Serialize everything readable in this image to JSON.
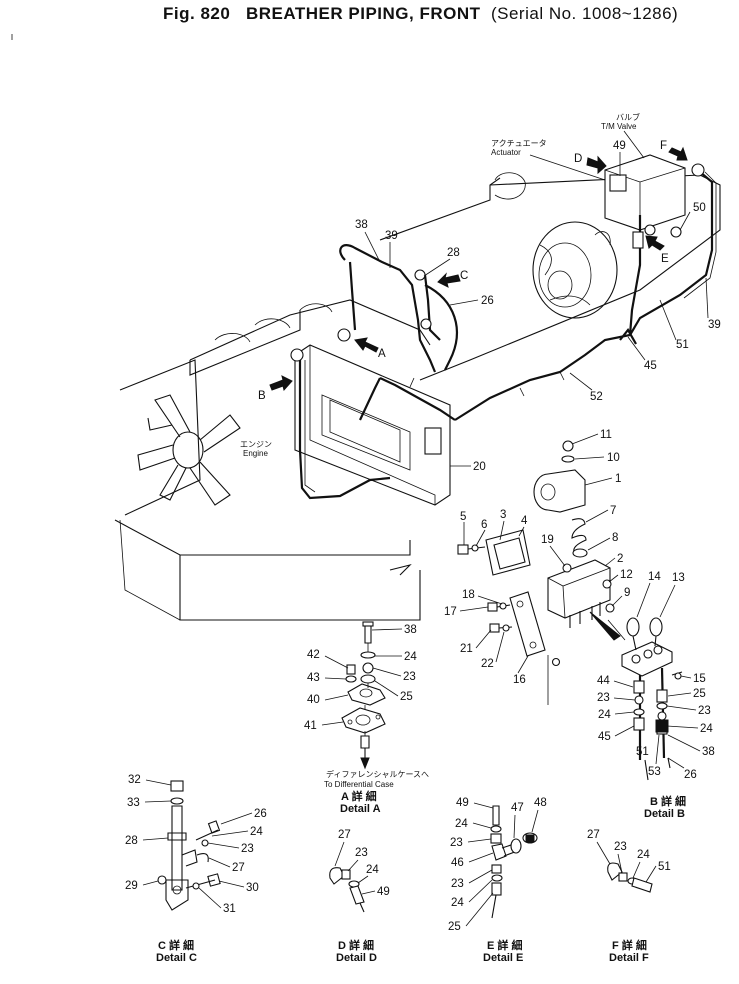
{
  "header": {
    "fig": "Fig. 820",
    "title": "BREATHER PIPING, FRONT",
    "serial": "(Serial No. 1008~1286)"
  },
  "annotations": {
    "valve_jp": "バルブ",
    "valve_en": "T/M Valve",
    "actuator_jp": "アクチュエータ",
    "actuator_en": "Actuator",
    "engine_jp": "エンジン",
    "engine_en": "Engine",
    "diff_jp": "ディファレンシャルケースへ",
    "diff_en": "To Differential Case"
  },
  "view_arrows": [
    "A",
    "B",
    "C",
    "D",
    "E",
    "F"
  ],
  "details": [
    {
      "id": "A",
      "jp": "A 詳 細",
      "en": "Detail A"
    },
    {
      "id": "B",
      "jp": "B 詳 細",
      "en": "Detail B"
    },
    {
      "id": "C",
      "jp": "C 詳 細",
      "en": "Detail C"
    },
    {
      "id": "D",
      "jp": "D 詳 細",
      "en": "Detail D"
    },
    {
      "id": "E",
      "jp": "E 詳 細",
      "en": "Detail E"
    },
    {
      "id": "F",
      "jp": "F 詳 細",
      "en": "Detail F"
    }
  ],
  "callouts": {
    "main": [
      "49",
      "F",
      "D",
      "50",
      "E",
      "39",
      "51",
      "45",
      "52",
      "38",
      "39",
      "28",
      "C",
      "26",
      "A",
      "B",
      "20"
    ],
    "breather": [
      "11",
      "10",
      "1",
      "7",
      "8",
      "2",
      "12",
      "9",
      "5",
      "6",
      "3",
      "4",
      "19",
      "18",
      "17",
      "21",
      "22",
      "16"
    ],
    "detail_a": [
      "38",
      "24",
      "42",
      "23",
      "43",
      "25",
      "40",
      "41"
    ],
    "detail_b": [
      "14",
      "13",
      "15",
      "44",
      "25",
      "23",
      "23",
      "24",
      "24",
      "45",
      "51",
      "38",
      "53",
      "26"
    ],
    "detail_c": [
      "32",
      "33",
      "28",
      "26",
      "24",
      "23",
      "27",
      "29",
      "30",
      "31"
    ],
    "detail_d": [
      "27",
      "23",
      "24",
      "49"
    ],
    "detail_e": [
      "49",
      "47",
      "48",
      "24",
      "23",
      "46",
      "23",
      "24",
      "25"
    ],
    "detail_f": [
      "27",
      "23",
      "24",
      "51"
    ]
  }
}
